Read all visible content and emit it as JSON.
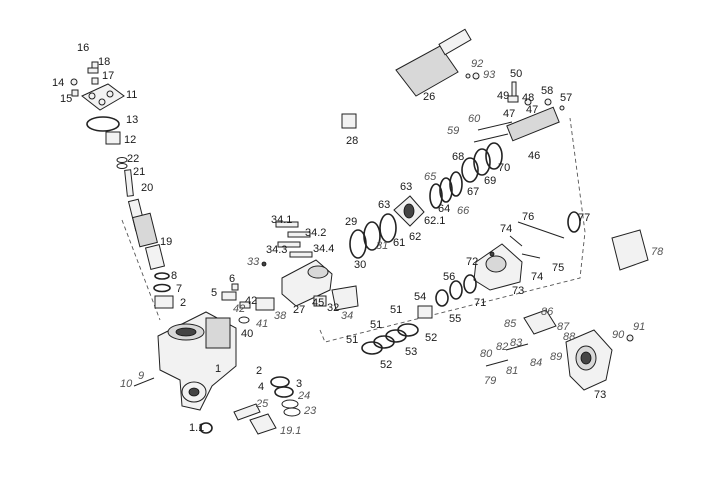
{
  "labels": {
    "l16": "16",
    "l18": "18",
    "l14": "14",
    "l17": "17",
    "l15": "15",
    "l11": "11",
    "l13": "13",
    "l12": "12",
    "l22": "22",
    "l21": "21",
    "l20": "20",
    "l19": "19",
    "l8": "8",
    "l7": "7",
    "l2a": "2",
    "l6": "6",
    "l5": "5",
    "l42": "42",
    "l41": "41",
    "l40": "40",
    "l38": "38",
    "l33": "33",
    "l341": "34.1",
    "l342": "34.2",
    "l343": "34.3",
    "l344": "34.4",
    "l27": "27",
    "l45": "45",
    "l32": "32",
    "l34": "34",
    "l29": "29",
    "l30": "30",
    "l31": "31",
    "l61": "61",
    "l62": "62",
    "l621": "62.1",
    "l63a": "63",
    "l63b": "63",
    "l64": "64",
    "l65": "65",
    "l66": "66",
    "l67": "67",
    "l68": "68",
    "l69": "69",
    "l70": "70",
    "l59": "59",
    "l60": "60",
    "l46": "46",
    "l47a": "47",
    "l47b": "47",
    "l48": "48",
    "l49": "49",
    "l50": "50",
    "l58": "58",
    "l57": "57",
    "l26": "26",
    "l92": "92",
    "l93": "93",
    "l28": "28",
    "l76": "76",
    "l77": "77",
    "l74a": "74",
    "l74b": "74",
    "l75": "75",
    "l72": "72",
    "l73a": "73",
    "l78": "78",
    "l56": "56",
    "l54": "54",
    "l71": "71",
    "l55": "55",
    "l51a": "51",
    "l51b": "51",
    "l51c": "51",
    "l52a": "52",
    "l52b": "52",
    "l53": "53",
    "l85": "85",
    "l86": "86",
    "l87": "87",
    "l88": "88",
    "l80": "80",
    "l82": "82",
    "l83": "83",
    "l84": "84",
    "l89": "89",
    "l79": "79",
    "l81": "81",
    "l90": "90",
    "l91": "91",
    "l73b": "73",
    "l10": "10",
    "l9": "9",
    "l1": "1",
    "l2b": "2",
    "l3": "3",
    "l4": "4",
    "l24": "24",
    "l25": "25",
    "l23": "23",
    "l11b": "1.1",
    "l191": "19.1"
  }
}
